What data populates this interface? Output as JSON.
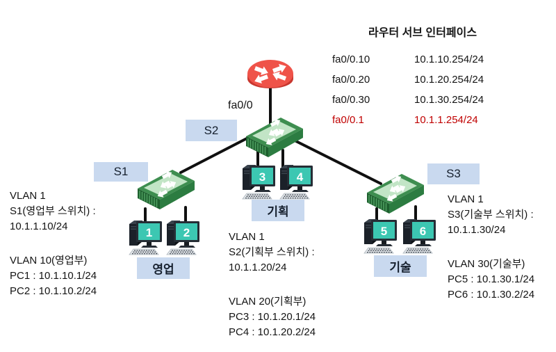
{
  "colors": {
    "highlight_red": "#c00000",
    "label_box_blue": "#c9d9ef",
    "link_black": "#101010",
    "router_red": "#ef5349",
    "switch_green": "#3e8e50",
    "pc_screen_teal": "#3cc7b2"
  },
  "router": {
    "interface_label": "fa0/0"
  },
  "subinterface_table": {
    "title": "라우터 서브 인터페이스",
    "rows": [
      {
        "iface": "fa0/0.10",
        "ip": "10.1.10.254/24"
      },
      {
        "iface": "fa0/0.20",
        "ip": "10.1.20.254/24"
      },
      {
        "iface": "fa0/0.30",
        "ip": "10.1.30.254/24"
      },
      {
        "iface": "fa0/0.1",
        "ip": "10.1.1.254/24"
      }
    ]
  },
  "switch_labels": [
    "S1",
    "S2",
    "S3"
  ],
  "departments": [
    "영업",
    "기획",
    "기술"
  ],
  "pcs": [
    "1",
    "2",
    "3",
    "4",
    "5",
    "6"
  ],
  "notes": {
    "left": [
      "VLAN 1",
      "S1(영업부 스위치) :",
      "10.1.1.10/24",
      "VLAN 10(영업부)",
      "PC1 : 10.1.10.1/24",
      "PC2 : 10.1.10.2/24"
    ],
    "middle": [
      "VLAN 1",
      "S2(기획부 스위치) :",
      "10.1.1.20/24",
      "VLAN 20(기획부)",
      "PC3 : 10.1.20.1/24",
      "PC4 : 10.1.20.2/24"
    ],
    "right": [
      "VLAN 1",
      "S3(기술부 스위치) :",
      "10.1.1.30/24",
      "VLAN 30(기술부)",
      "PC5 : 10.1.30.1/24",
      "PC6 : 10.1.30.2/24"
    ]
  }
}
